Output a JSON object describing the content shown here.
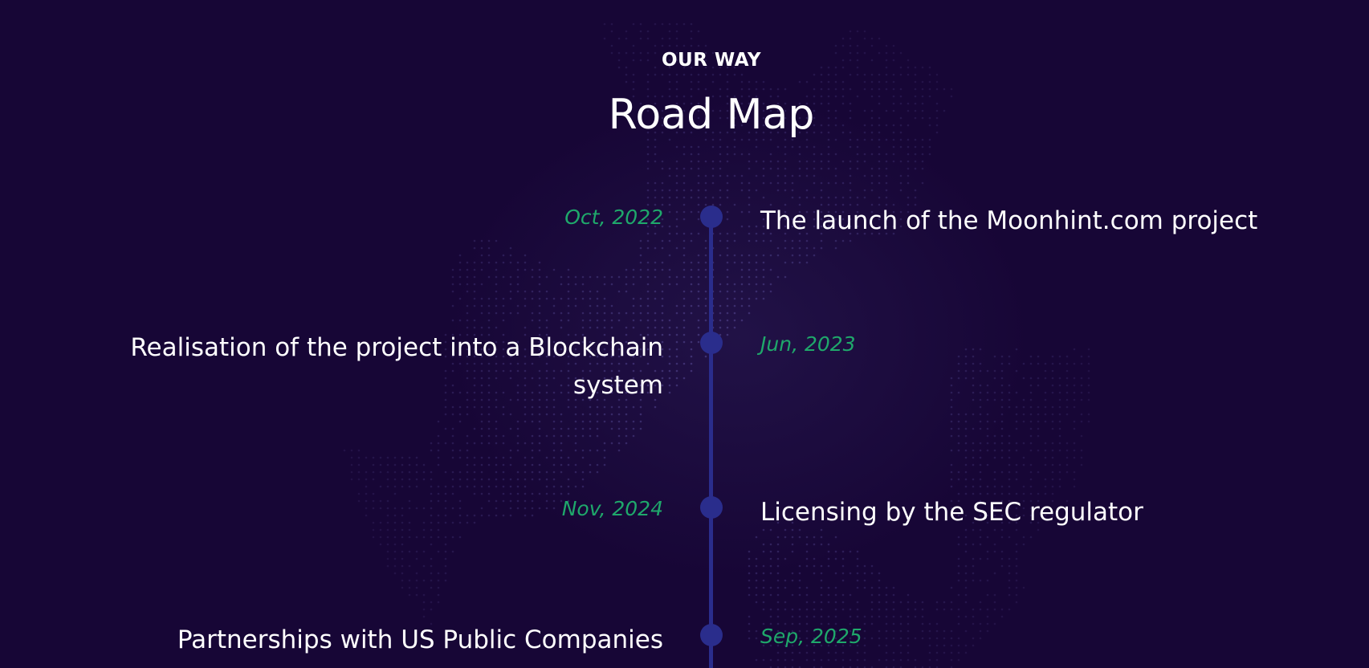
{
  "section": {
    "eyebrow": "OUR WAY",
    "title": "Road Map"
  },
  "colors": {
    "background": "#170636",
    "timeline": "#2a2d8c",
    "date": "#1fa86b",
    "text": "#ffffff"
  },
  "milestones": [
    {
      "date": "Oct, 2022",
      "title": "The launch of the Moonhint.com project"
    },
    {
      "date": "Jun, 2023",
      "title": "Realisation of the project into a Blockchain system"
    },
    {
      "date": "Nov, 2024",
      "title": "Licensing by the SEC regulator"
    },
    {
      "date": "Sep, 2025",
      "title": "Partnerships with US Public Companies"
    }
  ]
}
